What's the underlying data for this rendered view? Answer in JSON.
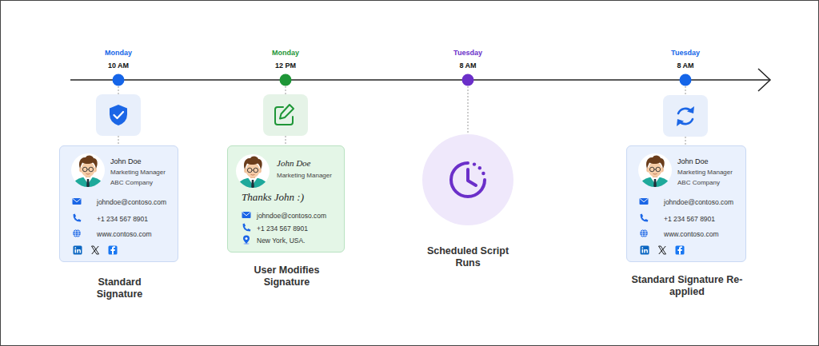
{
  "diagram": {
    "nodes": [
      {
        "text": [
          "John Doe",
          "Marketing Manager",
          "ABC Company",
          "johndoe@contoso.com",
          "+1 234 567 8901",
          "www.contoso.com",
          "Standard Signature"
        ]
      },
      {
        "text": [
          "John Doe",
          "Marketing Manager",
          "Thanks John :)",
          "johndoe@contoso.com",
          "+1 234 567 8901",
          "New York, USA.",
          "User Modifies Signature"
        ]
      },
      {
        "text": [
          "Scheduled Script Runs"
        ]
      },
      {
        "text": [
          "John Doe",
          "Marketing Manager",
          "ABC Company",
          "johndoe@contoso.com",
          "+1 234 567 8901",
          "www.contoso.com",
          "Standard Signature Re-applied"
        ]
      }
    ],
    "labels": [
      "Monday",
      "10 AM",
      "Monday",
      "12 PM",
      "Tuesday",
      "8 AM",
      "Tuesday",
      "8 AM"
    ]
  }
}
